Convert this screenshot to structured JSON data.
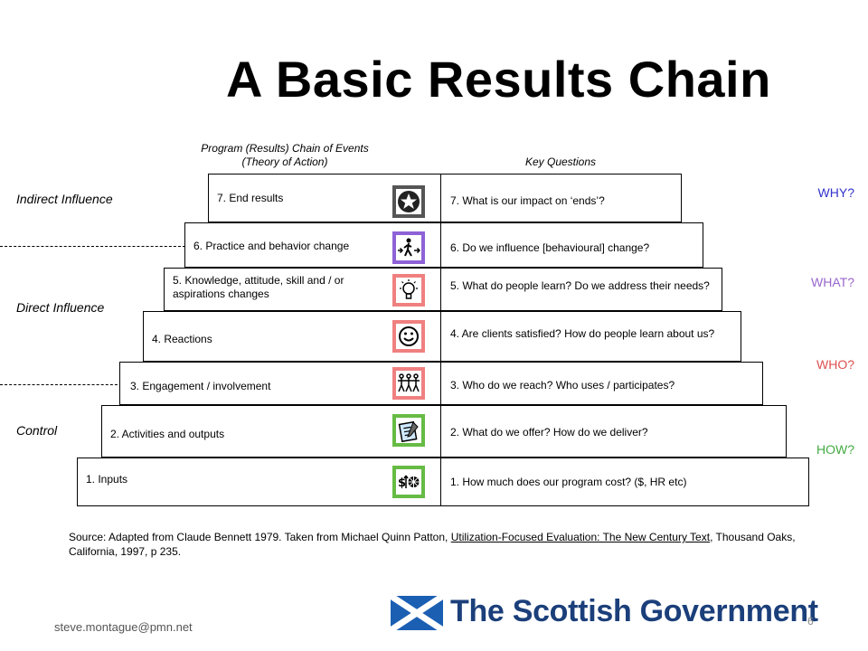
{
  "title": "A Basic Results Chain",
  "headers": {
    "left_line1": "Program  (Results)  Chain  of  Events",
    "left_line2": "(Theory  of  Action)",
    "right": "Key Questions"
  },
  "side_labels": {
    "indirect": "Indirect Influence",
    "direct": "Direct Influence",
    "control": "Control"
  },
  "question_labels": [
    {
      "text": "WHY?",
      "color": "#3333cc"
    },
    {
      "text": "WHAT?",
      "color": "#9966cc"
    },
    {
      "text": "WHO?",
      "color": "#e05050"
    },
    {
      "text": "HOW?",
      "color": "#44aa44"
    }
  ],
  "rows": [
    {
      "left": "7.  End results",
      "right": "7.  What is our impact on ‘ends’?",
      "icon": "star-icon",
      "icon_color": "#555555"
    },
    {
      "left": "6.  Practice and behavior change",
      "right": "6.  Do we influence [behavioural] change?",
      "icon": "walking-person-icon",
      "icon_color": "#8e62d6"
    },
    {
      "left": "5.  Knowledge, attitude, skill and / or aspirations changes",
      "right": "5.  What do people learn?  Do we address their needs?",
      "icon": "lightbulb-icon",
      "icon_color": "#f08080"
    },
    {
      "left": "4.  Reactions",
      "right": "4.    Are clients satisfied?  How do people learn about us?",
      "icon": "smiley-icon",
      "icon_color": "#f08080"
    },
    {
      "left": "3.  Engagement / involvement",
      "right": "3.  Who do we reach?  Who uses / participates?",
      "icon": "people-group-icon",
      "icon_color": "#f08080"
    },
    {
      "left": "2.  Activities and outputs",
      "right": "2.  What do we offer?  How do we deliver?",
      "icon": "clipboard-icon",
      "icon_color": "#66bb44"
    },
    {
      "left": "1.  Inputs",
      "right": "1.  How much does our program cost? ($, HR etc)",
      "icon": "money-icon",
      "icon_color": "#66bb44"
    }
  ],
  "source": {
    "prefix": "Source:   Adapted from Claude Bennett 1979.  Taken  from Michael Quinn Patton, ",
    "book": "Utilization-Focused Evaluation:  The New Century Text",
    "suffix": ", Thousand Oaks,  California, 1997,  p 235."
  },
  "email": "steve.montague@pmn.net",
  "logo_text": "The Scottish Government",
  "page_number": "6"
}
